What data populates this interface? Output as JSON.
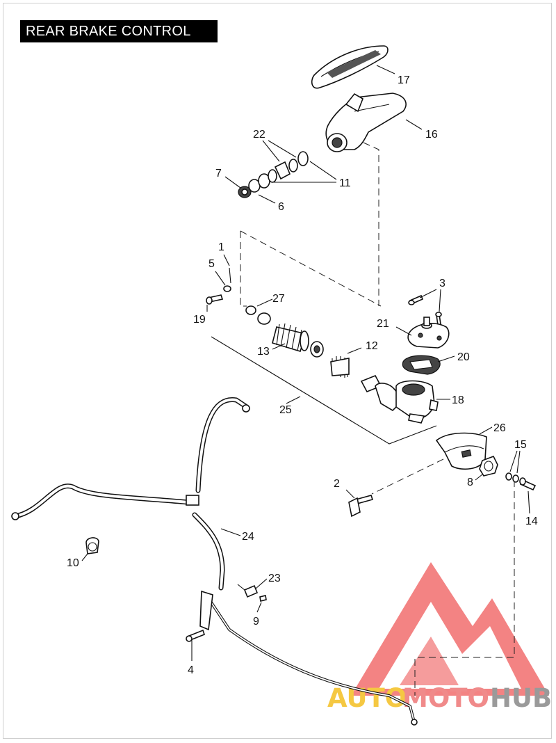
{
  "title": "REAR BRAKE CONTROL",
  "callouts": [
    "1",
    "2",
    "3",
    "4",
    "5",
    "6",
    "7",
    "8",
    "9",
    "10",
    "11",
    "12",
    "13",
    "14",
    "15",
    "16",
    "17",
    "18",
    "19",
    "20",
    "21",
    "22",
    "23",
    "24",
    "25",
    "26",
    "27"
  ],
  "watermark": {
    "text_part_1": "AUTO",
    "text_part_2": "MOTO",
    "text_part_3": "HUB",
    "colors": {
      "auto": "#f5c842",
      "moto": "#f08a8a",
      "hub": "#9a9a9a",
      "logo": "#ef5a5a"
    }
  }
}
